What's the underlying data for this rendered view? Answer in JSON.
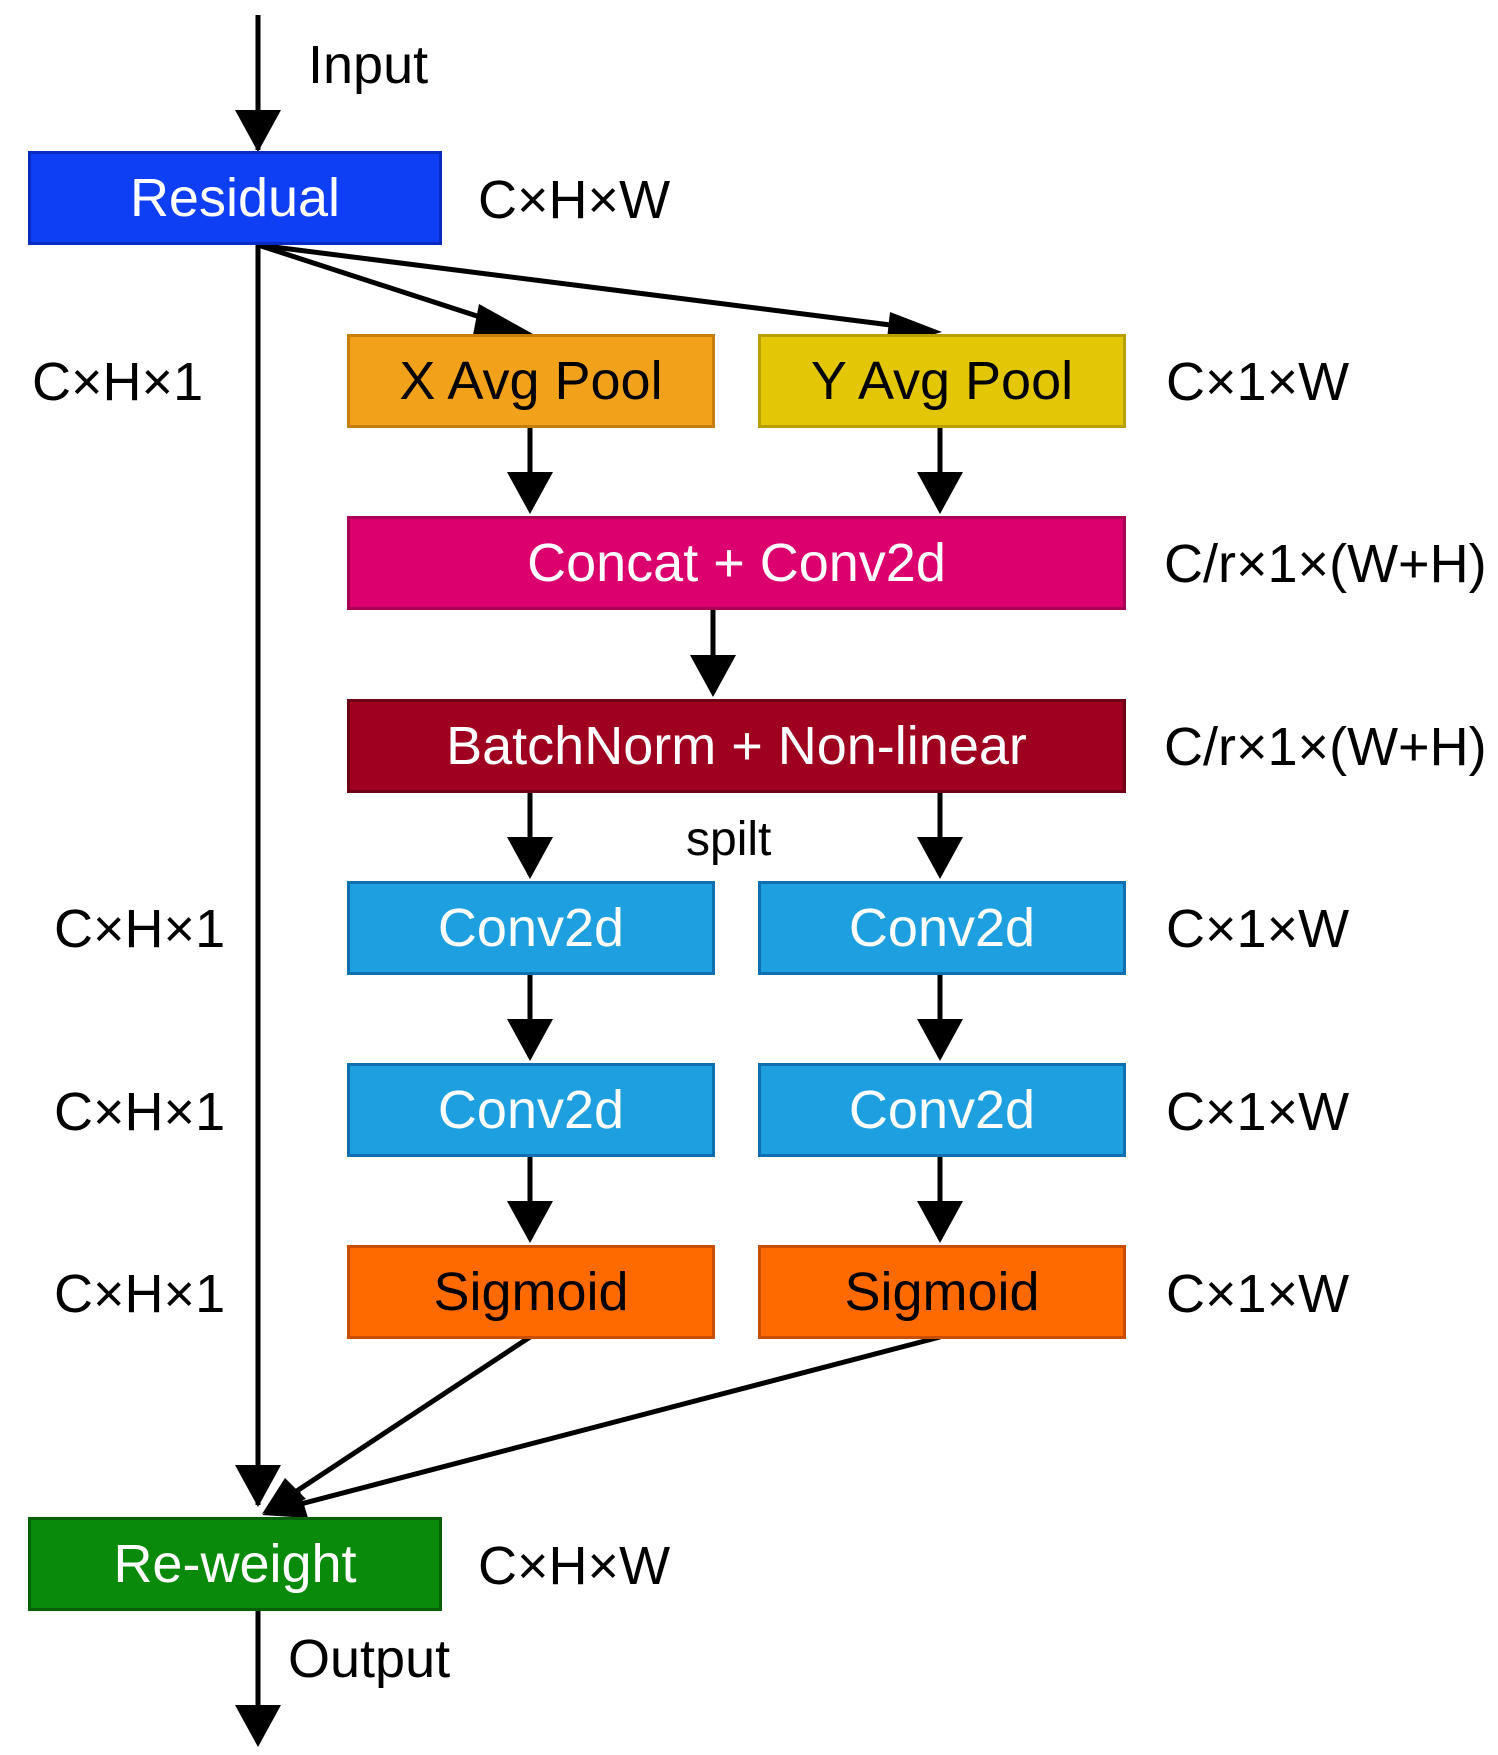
{
  "blocks": {
    "residual": {
      "label": "Residual",
      "fill": "#0f3ff5",
      "border": "#0a2bc0"
    },
    "x_pool": {
      "label": "X Avg Pool",
      "fill": "#f2a11a",
      "border": "#c87e0a"
    },
    "y_pool": {
      "label": "Y Avg Pool",
      "fill": "#e3c706",
      "border": "#b89f04"
    },
    "concat": {
      "label": "Concat + Conv2d",
      "fill": "#db006e",
      "border": "#a80054"
    },
    "batchnorm": {
      "label": "BatchNorm + Non-linear",
      "fill": "#a00020",
      "border": "#700016"
    },
    "conv_x1": {
      "label": "Conv2d",
      "fill": "#1e9fe0",
      "border": "#0f6fb0"
    },
    "conv_y1": {
      "label": "Conv2d",
      "fill": "#1e9fe0",
      "border": "#0f6fb0"
    },
    "conv_x2": {
      "label": "Conv2d",
      "fill": "#1e9fe0",
      "border": "#0f6fb0"
    },
    "conv_y2": {
      "label": "Conv2d",
      "fill": "#1e9fe0",
      "border": "#0f6fb0"
    },
    "sigmoid_x": {
      "label": "Sigmoid",
      "fill": "#ff6a00",
      "border": "#c84e00"
    },
    "sigmoid_y": {
      "label": "Sigmoid",
      "fill": "#ff6a00",
      "border": "#c84e00"
    },
    "reweight": {
      "label": "Re-weight",
      "fill": "#0a8a0a",
      "border": "#066006"
    }
  },
  "labels": {
    "input": "Input",
    "output": "Output",
    "spilt": "spilt",
    "dim_residual": "C×H×W",
    "dim_x_pool": "C×H×1",
    "dim_y_pool": "C×1×W",
    "dim_concat": "C/r×1×(W+H)",
    "dim_batchnorm": "C/r×1×(W+H)",
    "dim_conv_x1": "C×H×1",
    "dim_conv_y1": "C×1×W",
    "dim_conv_x2": "C×H×1",
    "dim_conv_y2": "C×1×W",
    "dim_sigmoid_x": "C×H×1",
    "dim_sigmoid_y": "C×1×W",
    "dim_reweight": "C×H×W"
  }
}
